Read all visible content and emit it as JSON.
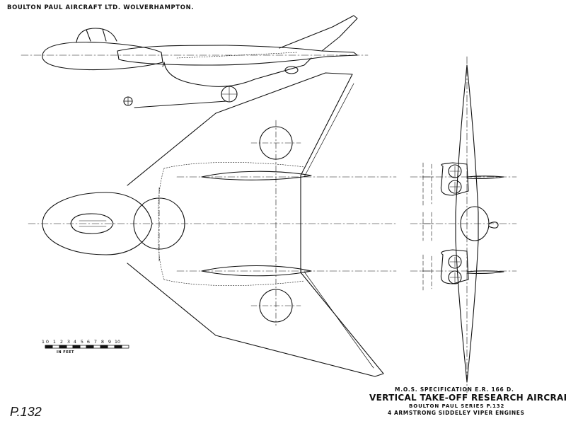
{
  "header": {
    "company": "BOULTON PAUL AIRCRAFT LTD. WOLVERHAMPTON."
  },
  "title_block": {
    "spec": "M.O.S. SPECIFICATION E.R. 166 D.",
    "title": "VERTICAL TAKE-OFF RESEARCH AIRCRAFT",
    "series": "BOULTON PAUL SERIES P.132",
    "engines": "4 ARMSTRONG SIDDELEY VIPER ENGINES"
  },
  "project_number": "P.132",
  "scale_bar": {
    "labels": [
      "1",
      "0",
      "1",
      "2",
      "3",
      "4",
      "5",
      "6",
      "7",
      "8",
      "9",
      "10"
    ],
    "unit": "IN FEET"
  },
  "colors": {
    "ink": "#111111",
    "paper": "#ffffff"
  }
}
